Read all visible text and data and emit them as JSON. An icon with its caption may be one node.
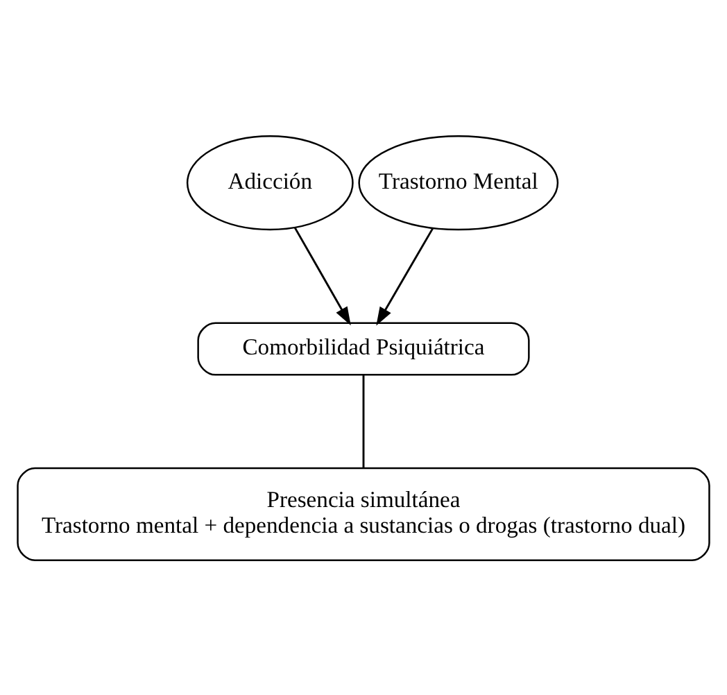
{
  "diagram": {
    "nodes": [
      {
        "text": [
          "Adicción"
        ]
      },
      {
        "text": [
          "Trastorno Mental"
        ]
      },
      {
        "text": [
          "Comorbilidad Psiquiátrica"
        ]
      },
      {
        "text": [
          "Presencia simultánea",
          "Trastorno mental + dependencia a sustancias o drogas (trastorno dual)"
        ]
      }
    ],
    "edges": [
      {
        "from": 0,
        "to": 2,
        "arrow": "to"
      },
      {
        "from": 1,
        "to": 2,
        "arrow": "to"
      },
      {
        "from": 2,
        "to": 3,
        "arrow": "none"
      }
    ]
  }
}
